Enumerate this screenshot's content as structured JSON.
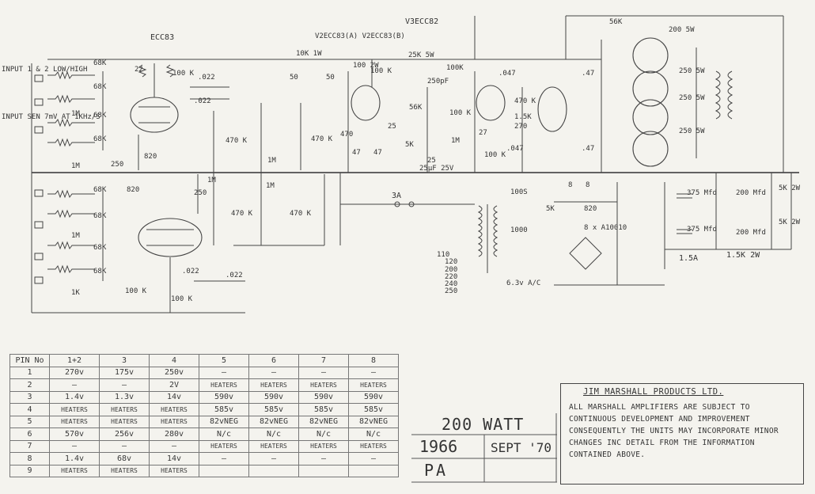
{
  "schematic": {
    "labels": {
      "tube_v1": "ECC83",
      "tube_v2": "V2ECC83(A) V2ECC83(B)",
      "tube_v3": "V3ECC82",
      "input_1": "INPUT 1 & 2 LOW/HIGH",
      "input_2": "INPUT SEN 7mV AT 1KHz/S",
      "r_68k": "68K",
      "r_1m": "1M",
      "r_470k": "470 K",
      "r_100k": "100 K",
      "r_820": "820",
      "r_250": "250",
      "r_22": "22",
      "c_022": ".022",
      "r_25": "25",
      "r_47": "47",
      "r_470": "470",
      "r_5k": "5K",
      "c_25ma": "25µF 25V",
      "r_56k": "56K",
      "r_10k": "10K 1W",
      "r_50": "50",
      "r_100_2w": "100 2W",
      "r_25k_5w": "25K 5W",
      "r_100k_b": "100K",
      "c_250pf": "250pF",
      "c_047": ".047",
      "r_1_5k": "1.5K",
      "r_270": "270",
      "r_27": "27",
      "c_47": ".47",
      "r_250_5w": "250 5W",
      "r_200_5w": "200 5W",
      "fuse_3a": "3A",
      "c_100s": "100S",
      "c_1000": "1000",
      "r_5k_b": "5K",
      "c_8": "8",
      "r_820_b": "820",
      "diodes": "8 x A10010",
      "c_375": "375 Mfd",
      "r_200_mfd": "200 Mfd",
      "r_5k_2w": "5K 2W",
      "fuse_1_5a": "1.5A",
      "r_1_5k_2w": "1.5K 2W",
      "taps": [
        "110",
        "120",
        "200",
        "220",
        "240",
        "250"
      ],
      "heater": "6.3v A/C",
      "r_1k": "1K"
    }
  },
  "pin_table": {
    "headers": [
      "PIN No",
      "1+2",
      "3",
      "4",
      "5",
      "6",
      "7",
      "8"
    ],
    "rows": [
      [
        "1",
        "270v",
        "175v",
        "250v",
        "—",
        "—",
        "—",
        "—"
      ],
      [
        "2",
        "—",
        "—",
        "2V",
        "HEATERS",
        "HEATERS",
        "HEATERS",
        "HEATERS"
      ],
      [
        "3",
        "1.4v",
        "1.3v",
        "14v",
        "590v",
        "590v",
        "590v",
        "590v"
      ],
      [
        "4",
        "HEATERS",
        "HEATERS",
        "HEATERS",
        "585v",
        "585v",
        "585v",
        "585v"
      ],
      [
        "5",
        "HEATERS",
        "HEATERS",
        "HEATERS",
        "82vNEG",
        "82vNEG",
        "82vNEG",
        "82vNEG"
      ],
      [
        "6",
        "570v",
        "256v",
        "280v",
        "N/c",
        "N/c",
        "N/c",
        "N/c"
      ],
      [
        "7",
        "—",
        "—",
        "—",
        "HEATERS",
        "HEATERS",
        "HEATERS",
        "HEATERS"
      ],
      [
        "8",
        "1.4v",
        "68v",
        "14v",
        "—",
        "—",
        "—",
        "—"
      ],
      [
        "9",
        "HEATERS",
        "HEATERS",
        "HEATERS",
        "",
        "",
        "",
        ""
      ]
    ]
  },
  "title_block": {
    "wattage": "200 WATT",
    "year": "1966",
    "date": "SEPT '70",
    "model": "PA"
  },
  "notice": {
    "title": "JIM MARSHALL PRODUCTS LTD.",
    "text": "ALL MARSHALL AMPLIFIERS ARE SUBJECT TO CONTINUOUS DEVELOPMENT AND IMPROVEMENT CONSEQUENTLY THE UNITS MAY INCORPORATE MINOR CHANGES INC DETAIL FROM THE INFORMATION CONTAINED ABOVE."
  }
}
